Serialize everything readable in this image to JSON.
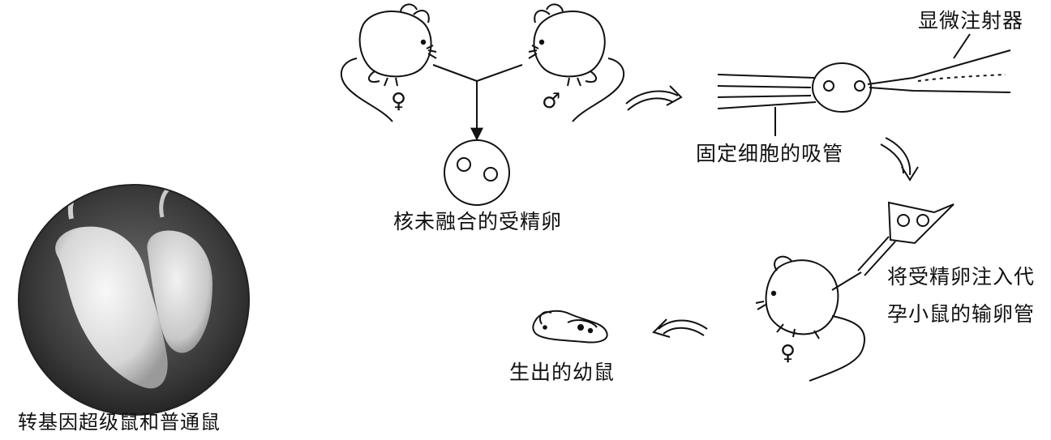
{
  "photo": {
    "caption": "转基因超级鼠和普通鼠"
  },
  "diagram": {
    "fertilized_egg_label": "核未融合的受精卵",
    "holding_pipette_label": "固定细胞的吸管",
    "microinjector_label": "显微注射器",
    "transfer_label_line1": "将受精卵注入代",
    "transfer_label_line2": "孕小鼠的输卵管",
    "offspring_label": "生出的幼鼠",
    "female_symbol": "♀",
    "male_symbol": "♂"
  }
}
